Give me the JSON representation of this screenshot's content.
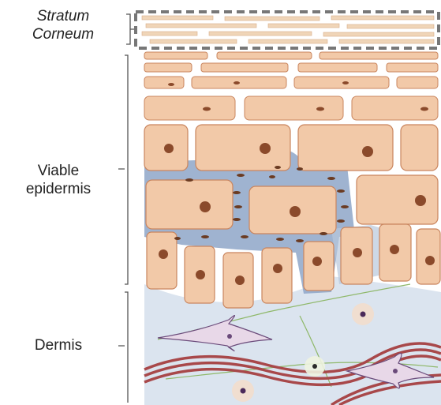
{
  "labels": {
    "stratum_corneum": [
      "Stratum",
      "Corneum"
    ],
    "viable_epidermis": [
      "Viable",
      "epidermis"
    ],
    "dermis": "Dermis"
  },
  "colors": {
    "cell_fill": "#f2c9a8",
    "cell_border": "#c9855e",
    "nucleus": "#8b4a2b",
    "lipid": "#8ea6c8",
    "dermis": "#dbe4ef",
    "collagen": "#a8484a",
    "fiber": "#8fb86a",
    "corneum_box": "#777777"
  }
}
